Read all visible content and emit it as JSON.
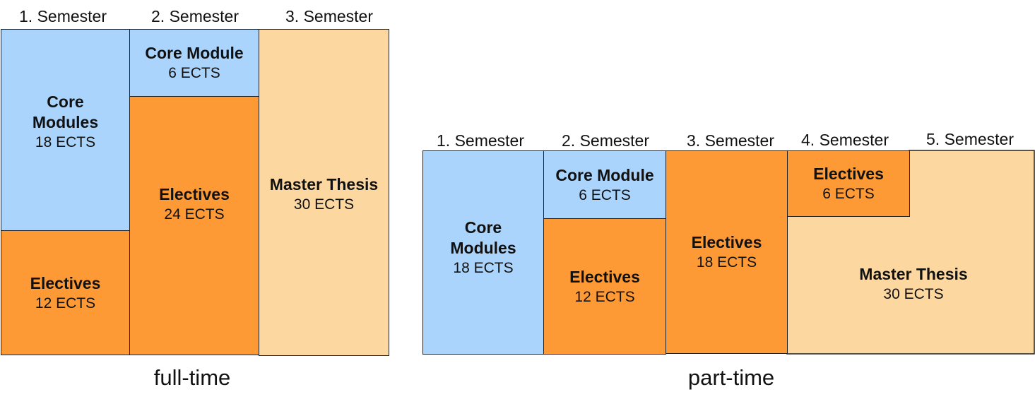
{
  "colors": {
    "core": "#aad4fc",
    "electives": "#fd9a35",
    "thesis": "#fcd7a0"
  },
  "full_time": {
    "caption": "full-time",
    "semesters": [
      "1. Semester",
      "2. Semester",
      "3. Semester"
    ],
    "blocks": [
      {
        "title": "Core Modules",
        "ects": "18 ECTS"
      },
      {
        "title": "Electives",
        "ects": "12 ECTS"
      },
      {
        "title": "Core Module",
        "ects": "6 ECTS"
      },
      {
        "title": "Electives",
        "ects": "24 ECTS"
      },
      {
        "title": "Master Thesis",
        "ects": "30 ECTS"
      }
    ]
  },
  "part_time": {
    "caption": "part-time",
    "semesters": [
      "1. Semester",
      "2. Semester",
      "3. Semester",
      "4. Semester",
      "5. Semester"
    ],
    "blocks": [
      {
        "title": "Core Modules",
        "ects": "18 ECTS"
      },
      {
        "title": "Core Module",
        "ects": "6 ECTS"
      },
      {
        "title": "Electives",
        "ects": "12 ECTS"
      },
      {
        "title": "Electives",
        "ects": "18 ECTS"
      },
      {
        "title": "Electives",
        "ects": "6 ECTS"
      },
      {
        "title": "Master Thesis",
        "ects": "30 ECTS"
      }
    ]
  }
}
